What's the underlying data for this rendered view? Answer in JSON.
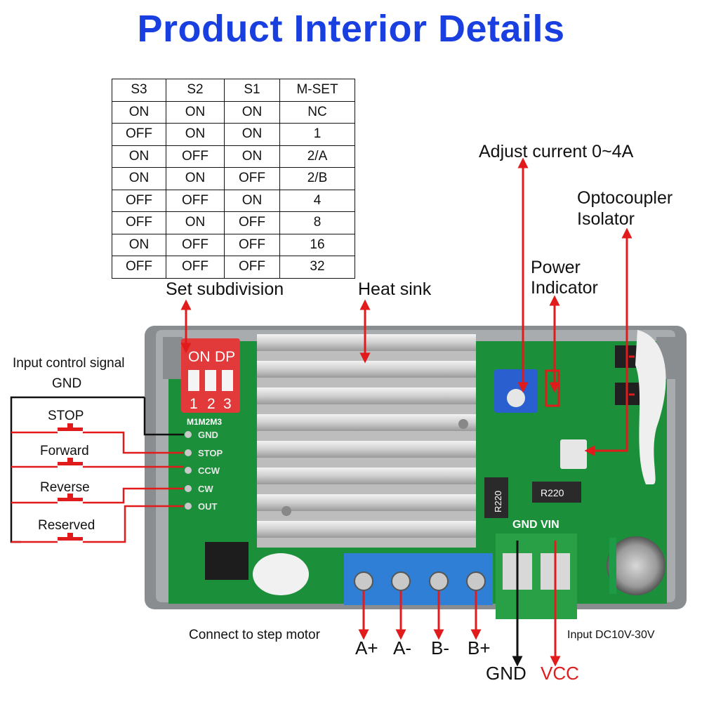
{
  "title": "Product Interior Details",
  "mset_table": {
    "headers": [
      "S3",
      "S2",
      "S1",
      "M-SET"
    ],
    "rows": [
      [
        "ON",
        "ON",
        "ON",
        "NC"
      ],
      [
        "OFF",
        "ON",
        "ON",
        "1"
      ],
      [
        "ON",
        "OFF",
        "ON",
        "2/A"
      ],
      [
        "ON",
        "ON",
        "OFF",
        "2/B"
      ],
      [
        "OFF",
        "OFF",
        "ON",
        "4"
      ],
      [
        "OFF",
        "ON",
        "OFF",
        "8"
      ],
      [
        "ON",
        "OFF",
        "OFF",
        "16"
      ],
      [
        "OFF",
        "OFF",
        "OFF",
        "32"
      ]
    ]
  },
  "callouts": {
    "set_subdivision": "Set subdivision",
    "heat_sink": "Heat sink",
    "adjust_current": "Adjust current 0~4A",
    "optocoupler_line1": "Optocoupler",
    "optocoupler_line2": "Isolator",
    "power_line1": "Power",
    "power_line2": "Indicator",
    "input_signal_line1": "Input control signal",
    "input_signal_line2": "GND",
    "connect_motor": "Connect to step motor",
    "input_dc": "Input DC10V-30V"
  },
  "switches": [
    "STOP",
    "Forward",
    "Reverse",
    "Reserved"
  ],
  "board_labels": {
    "pins": [
      "GND",
      "STOP",
      "CCW",
      "CW",
      "OUT"
    ],
    "m_header": "M1M2M3",
    "dip_on": "ON",
    "dip_dp": "DP",
    "dip_numbers": [
      "1",
      "2",
      "3"
    ],
    "power_terminal": "GND VIN",
    "resistor_a": "R220",
    "resistor_b": "R220"
  },
  "motor_terminals": [
    "A+",
    "A-",
    "B-",
    "B+"
  ],
  "power_terminals": {
    "gnd": "GND",
    "vcc": "VCC"
  },
  "colors": {
    "title": "#1a3fe0",
    "arrow": "#e11b1b",
    "pcb": "#1c8f3a",
    "terminal_blue": "#2f7fd6",
    "terminal_green": "#2aa046"
  }
}
